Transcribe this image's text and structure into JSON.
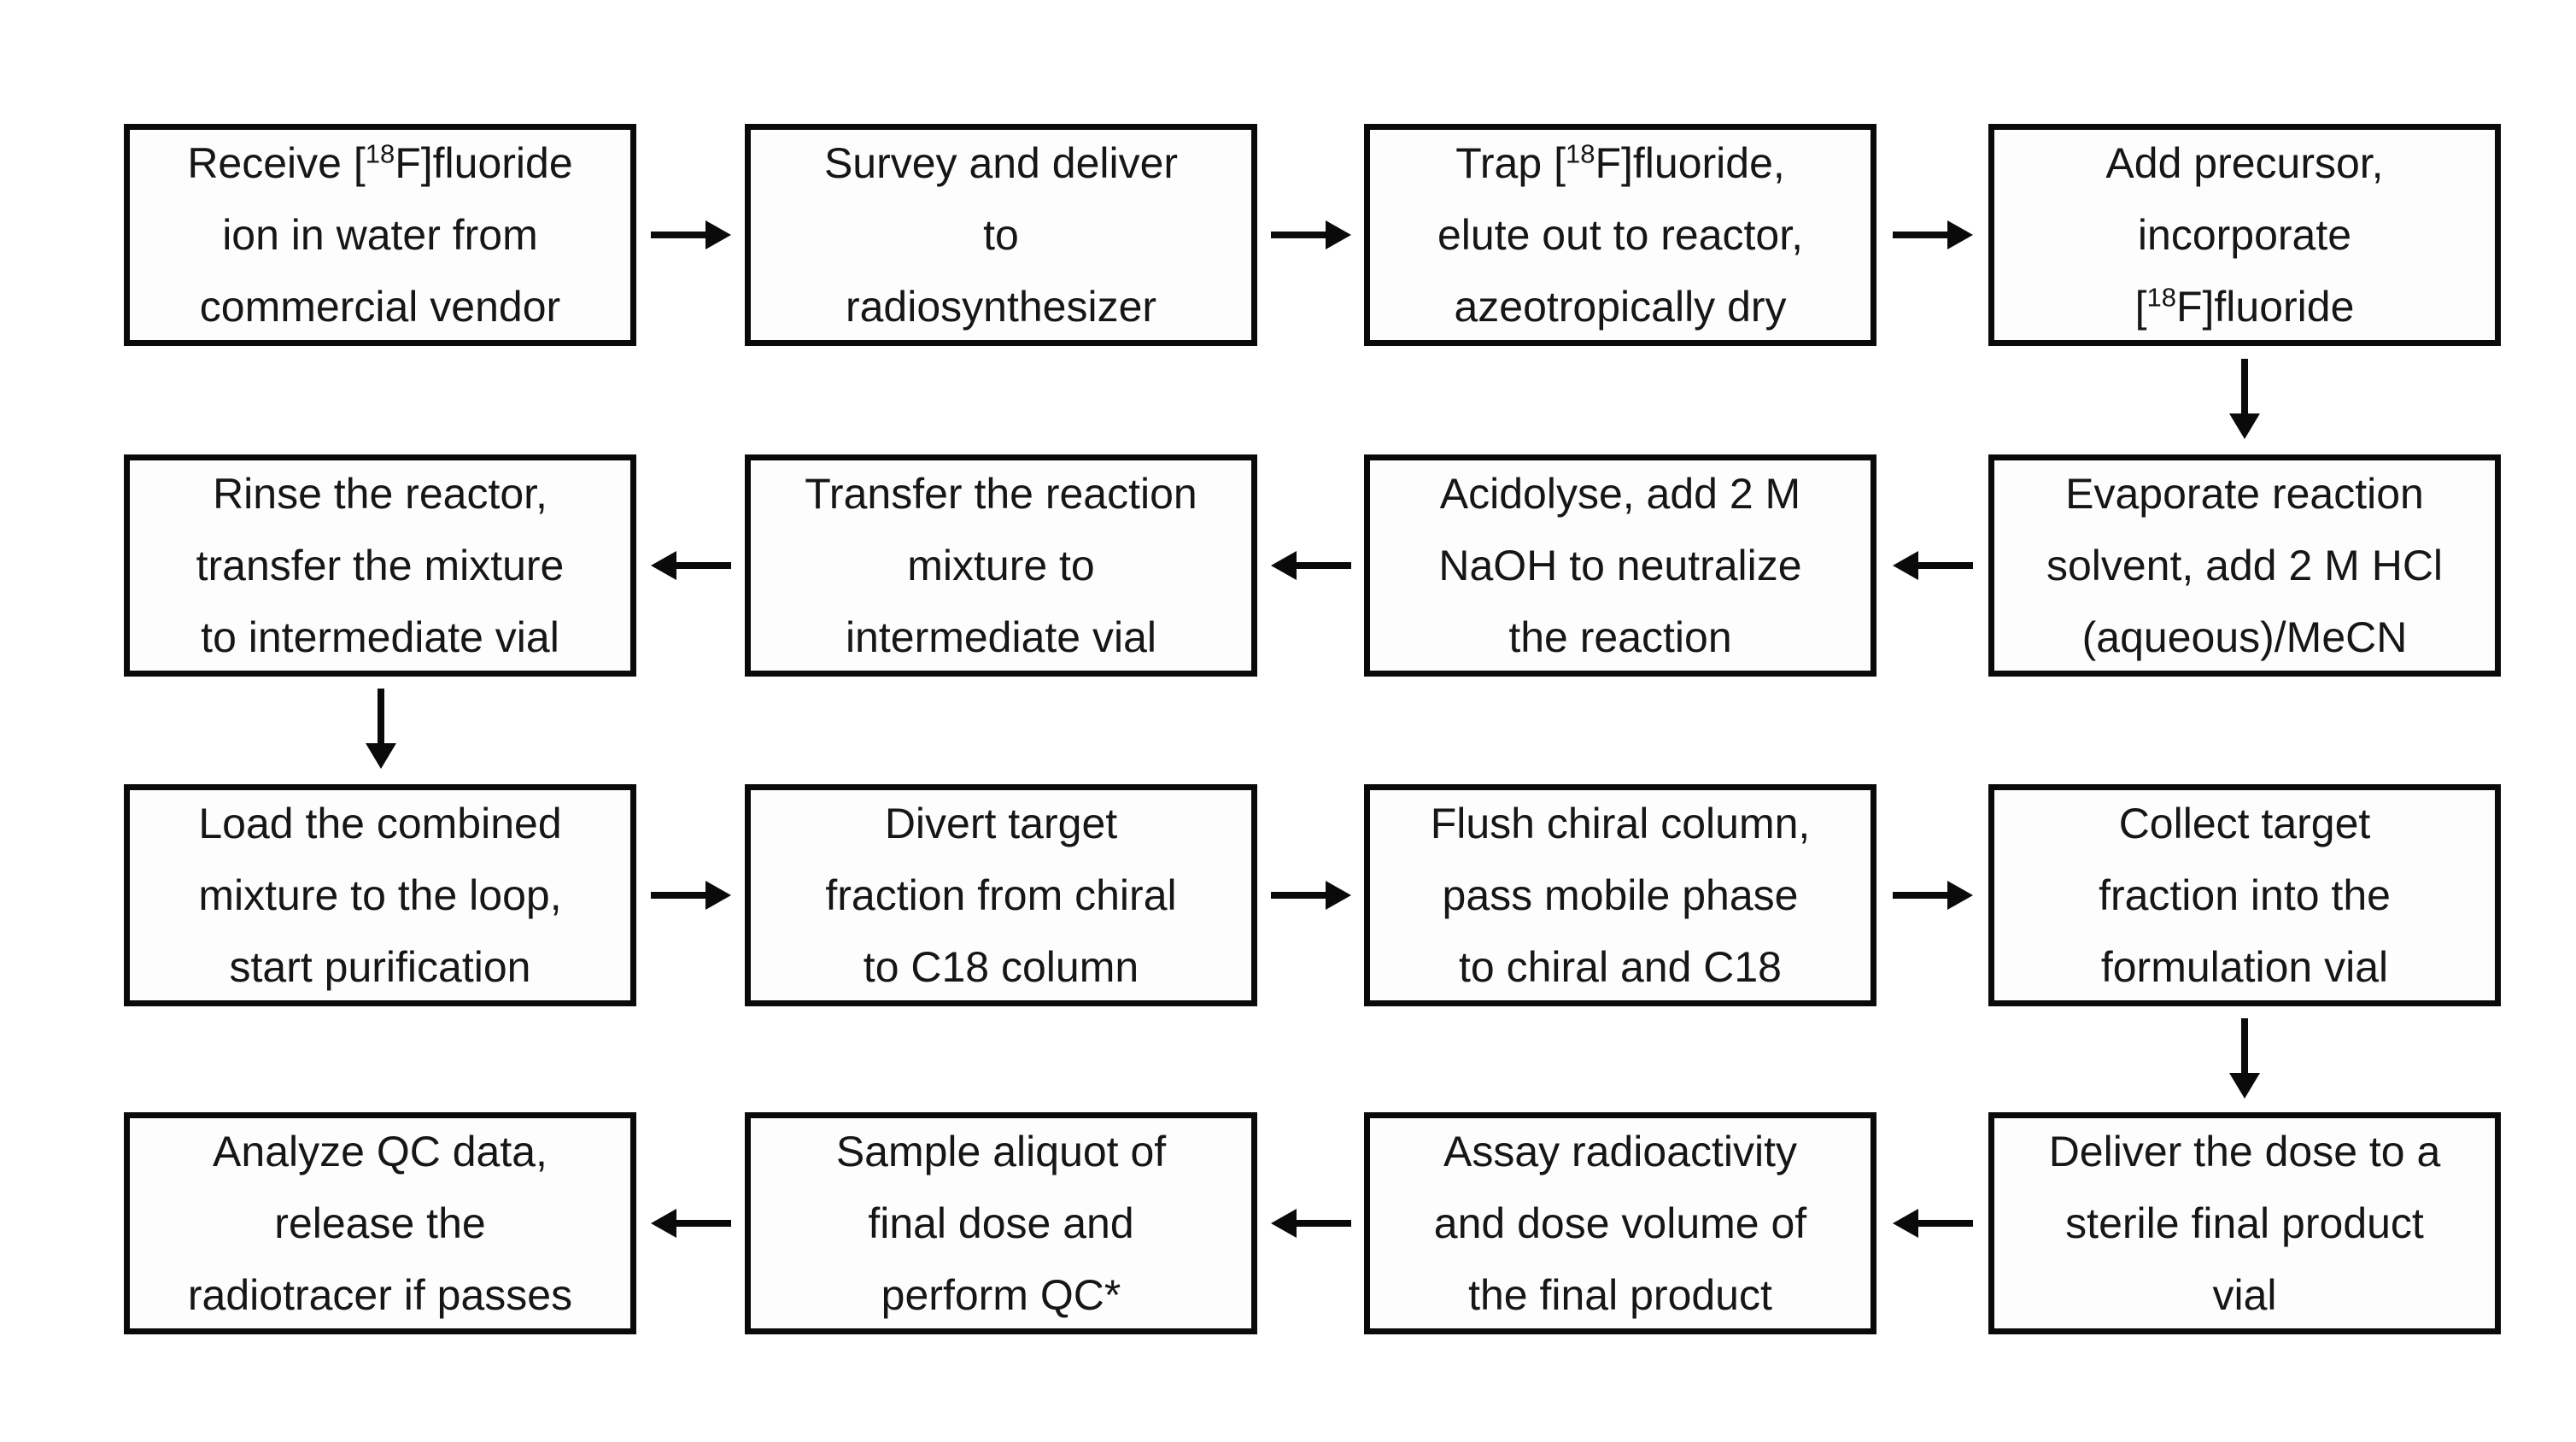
{
  "diagram": {
    "description": "Radiotracer production flowchart, 16 steps in 4 rows with serpentine flow",
    "colors": {
      "box_border": "#0a0a0a",
      "box_fill": "#fdfdfd",
      "text": "#161616",
      "arrow": "#0a0a0a",
      "background": "#ffffff"
    },
    "steps": [
      {
        "id": 1,
        "lines": [
          "Receive [^18^F]fluoride",
          "ion in water from",
          "commercial vendor"
        ]
      },
      {
        "id": 2,
        "lines": [
          "Survey and deliver",
          "to",
          "radiosynthesizer"
        ]
      },
      {
        "id": 3,
        "lines": [
          "Trap [^18^F]fluoride,",
          "elute out to reactor,",
          "azeotropically dry"
        ]
      },
      {
        "id": 4,
        "lines": [
          "Add precursor,",
          "incorporate",
          "[^18^F]fluoride"
        ]
      },
      {
        "id": 5,
        "lines": [
          "Evaporate reaction",
          "solvent, add 2 M HCl",
          "(aqueous)/MeCN"
        ]
      },
      {
        "id": 6,
        "lines": [
          "Acidolyse, add 2 M",
          "NaOH to neutralize",
          "the reaction"
        ]
      },
      {
        "id": 7,
        "lines": [
          "Transfer the reaction",
          "mixture to",
          "intermediate vial"
        ]
      },
      {
        "id": 8,
        "lines": [
          "Rinse the reactor,",
          "transfer the mixture",
          "to intermediate vial"
        ]
      },
      {
        "id": 9,
        "lines": [
          "Load the combined",
          "mixture to the loop,",
          "start purification"
        ]
      },
      {
        "id": 10,
        "lines": [
          "Divert target",
          "fraction from chiral",
          "to C18 column"
        ]
      },
      {
        "id": 11,
        "lines": [
          "Flush chiral column,",
          "pass mobile phase",
          "to chiral and C18"
        ]
      },
      {
        "id": 12,
        "lines": [
          "Collect target",
          "fraction into the",
          "formulation vial"
        ]
      },
      {
        "id": 13,
        "lines": [
          "Deliver the dose to a",
          "sterile final product",
          "vial"
        ]
      },
      {
        "id": 14,
        "lines": [
          "Assay radioactivity",
          "and dose volume of",
          "the final product"
        ]
      },
      {
        "id": 15,
        "lines": [
          "Sample aliquot of",
          "final dose and",
          "perform QC*"
        ]
      },
      {
        "id": 16,
        "lines": [
          "Analyze QC data,",
          "release the",
          "radiotracer if passes"
        ]
      }
    ],
    "connections": [
      {
        "from": 1,
        "to": 2,
        "direction": "right"
      },
      {
        "from": 2,
        "to": 3,
        "direction": "right"
      },
      {
        "from": 3,
        "to": 4,
        "direction": "right"
      },
      {
        "from": 4,
        "to": 5,
        "direction": "down"
      },
      {
        "from": 5,
        "to": 6,
        "direction": "left"
      },
      {
        "from": 6,
        "to": 7,
        "direction": "left"
      },
      {
        "from": 7,
        "to": 8,
        "direction": "left"
      },
      {
        "from": 8,
        "to": 9,
        "direction": "down"
      },
      {
        "from": 9,
        "to": 10,
        "direction": "right"
      },
      {
        "from": 10,
        "to": 11,
        "direction": "right"
      },
      {
        "from": 11,
        "to": 12,
        "direction": "right"
      },
      {
        "from": 12,
        "to": 13,
        "direction": "down"
      },
      {
        "from": 13,
        "to": 14,
        "direction": "left"
      },
      {
        "from": 14,
        "to": 15,
        "direction": "left"
      },
      {
        "from": 15,
        "to": 16,
        "direction": "left"
      }
    ]
  }
}
